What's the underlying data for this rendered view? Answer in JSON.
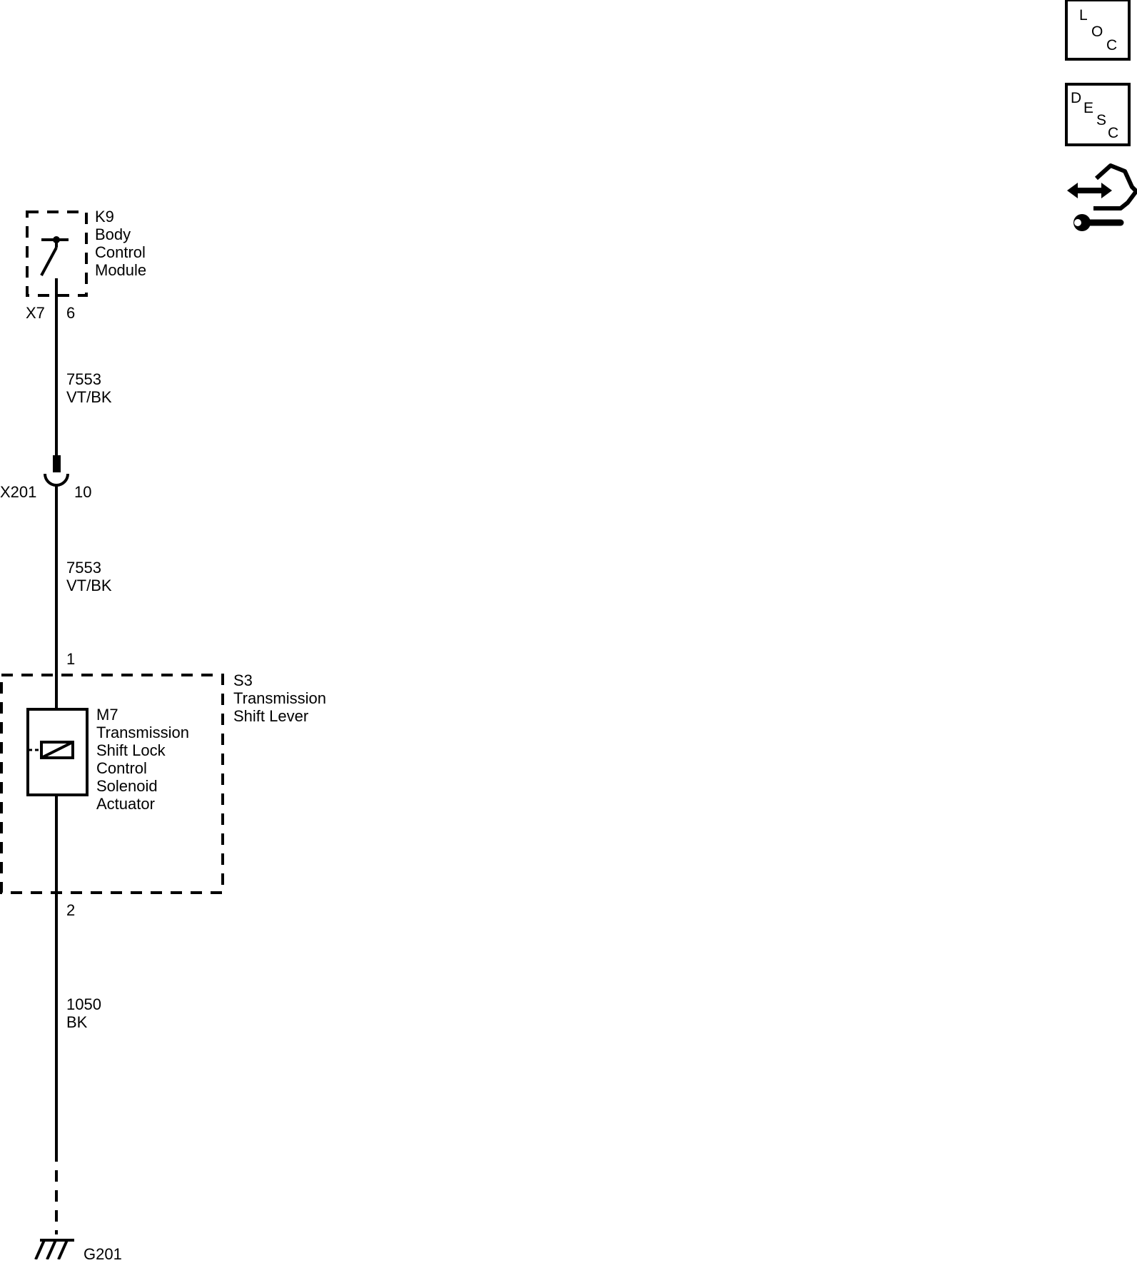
{
  "components": {
    "k9": {
      "ref": "K9",
      "name_lines": [
        "Body",
        "Control",
        "Module"
      ],
      "connector": "X7",
      "pin": "6"
    },
    "x201": {
      "ref": "X201",
      "pin": "10"
    },
    "s3": {
      "ref": "S3",
      "name_lines": [
        "Transmission",
        "Shift Lever"
      ],
      "pin_top": "1",
      "pin_bottom": "2"
    },
    "m7": {
      "ref": "M7",
      "name_lines": [
        "Transmission",
        "Shift Lock",
        "Control",
        "Solenoid",
        "Actuator"
      ]
    },
    "g201": {
      "ref": "G201"
    }
  },
  "wires": [
    {
      "circuit": "7553",
      "color": "VT/BK"
    },
    {
      "circuit": "7553",
      "color": "VT/BK"
    },
    {
      "circuit": "1050",
      "color": "BK"
    }
  ],
  "side_icons": {
    "loc": {
      "letters": [
        "L",
        "O",
        "C"
      ]
    },
    "desc": {
      "letters": [
        "D",
        "E",
        "S",
        "C"
      ]
    },
    "connector_repair": {
      "icon": "connector-repair-icon"
    }
  }
}
